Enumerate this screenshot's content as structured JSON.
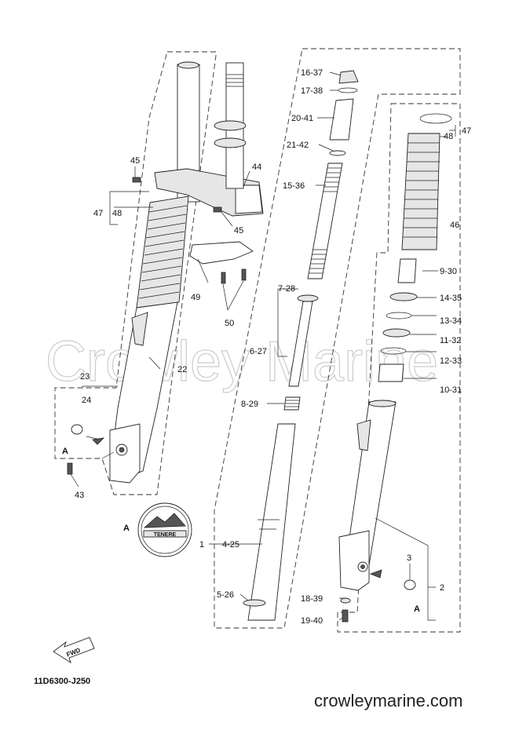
{
  "watermark_text": "Crowley Marine",
  "diagram_code": "11D6300-J250",
  "site_url": "crowleymarine.com",
  "fwd_label": "FWD",
  "emblem_text": "TENERE",
  "callouts": {
    "c16_37": "16-37",
    "c17_38": "17-38",
    "c20_41": "20-41",
    "c21_42": "21-42",
    "c15_36": "15-36",
    "c7_28": "7-28",
    "c6_27": "6-27",
    "c8_29": "8-29",
    "c1": "1",
    "c4_25": "4-25",
    "c5_26": "5-26",
    "c18_39": "18-39",
    "c19_40": "19-40",
    "c47_right": "47",
    "c48_right": "48",
    "c46": "46",
    "c9_30": "9-30",
    "c14_35": "14-35",
    "c13_34": "13-34",
    "c11_32": "11-32",
    "c12_33": "12-33",
    "c10_31": "10-31",
    "c3": "3",
    "c2": "2",
    "a_right": "A",
    "c45_top": "45",
    "c44": "44",
    "c45_bottom": "45",
    "c47_left": "47",
    "c48_left": "48",
    "c49": "49",
    "c50": "50",
    "c22": "22",
    "c23": "23",
    "c24": "24",
    "a_left": "A",
    "c43": "43",
    "a_emblem": "A"
  }
}
